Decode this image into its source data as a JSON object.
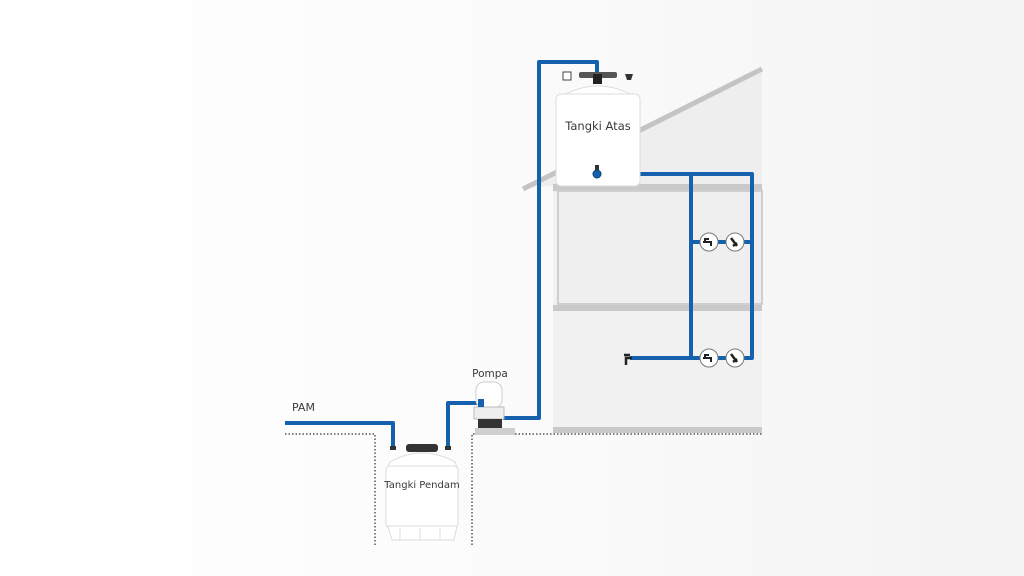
{
  "labels": {
    "pam": "PAM",
    "pump": "Pompa",
    "upper_tank": "Tangki Atas",
    "ground_tank": "Tangki Pendam"
  },
  "colors": {
    "pipe": "#1561ad",
    "wall": "#f1f1f1",
    "trim": "#c9c9c9"
  },
  "icons": [
    "faucet-icon",
    "shower-icon",
    "faucet-icon",
    "shower-icon",
    "outdoor-tap-icon"
  ]
}
